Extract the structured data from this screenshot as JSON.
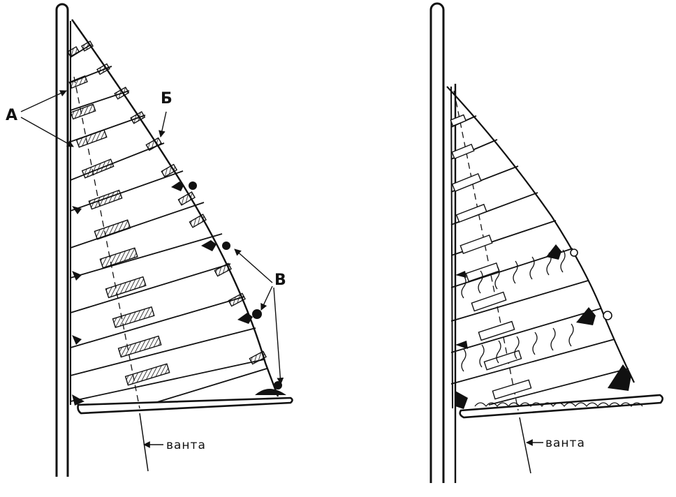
{
  "labels": {
    "a": "А",
    "b": "Б",
    "v": "В",
    "shroud_left": "вaнтa",
    "shroud_right": "вaнтa"
  },
  "colors": {
    "ink": "#111111",
    "paper": "#ffffff"
  }
}
